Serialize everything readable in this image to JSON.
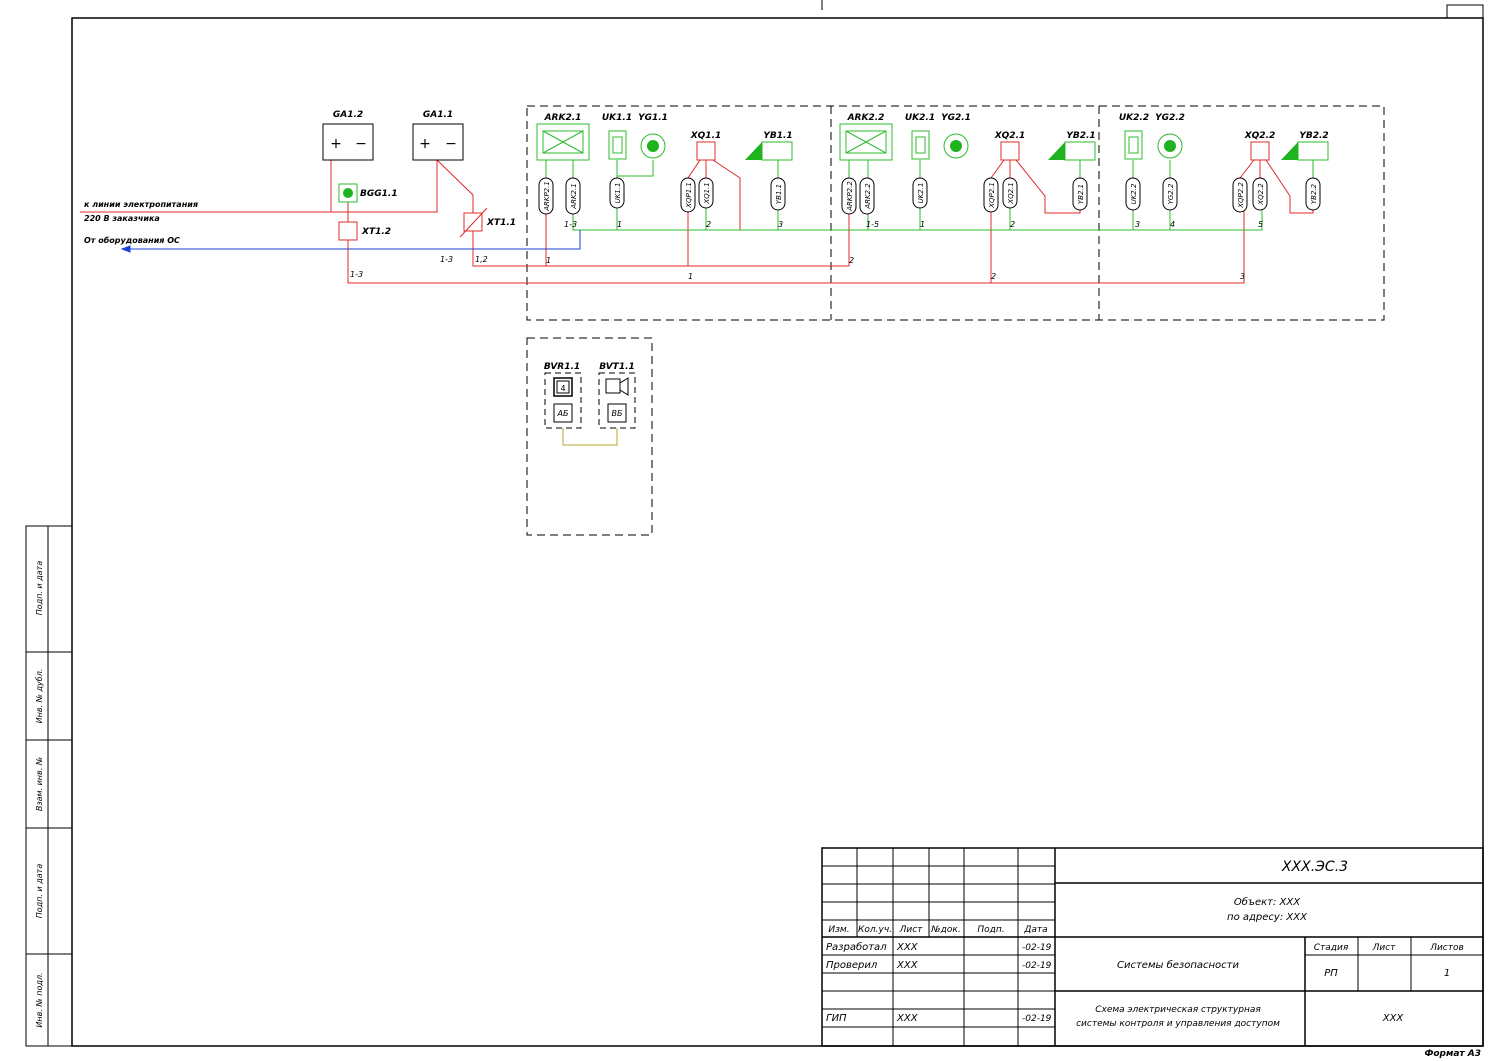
{
  "devices": {
    "ga12": "GA1.2",
    "ga11": "GA1.1",
    "bgg11": "BGG1.1",
    "xt12": "XT1.2",
    "xt11": "XT1.1",
    "ark21": "ARK2.1",
    "uk11": "UK1.1",
    "yg11": "YG1.1",
    "xq11": "XQ1.1",
    "yb11": "YB1.1",
    "ark22": "ARK2.2",
    "uk21": "UK2.1",
    "yg21": "YG2.1",
    "xq21": "XQ2.1",
    "yb21": "YB2.1",
    "uk22": "UK2.2",
    "yg22": "YG2.2",
    "xq22": "XQ2.2",
    "yb22": "YB2.2",
    "bvr11": "BVR1.1",
    "bvt11": "BVT1.1",
    "ab": "АБ",
    "vb": "ВБ",
    "bvr_sym": "4"
  },
  "connectors": {
    "arkp21": "ARKP2.1",
    "ark21c": "ARK2.1",
    "uk11c": "UK1.1",
    "xqp11": "XQP1.1",
    "xq11c": "XQ1.1",
    "yb11c": "YB1.1",
    "arkp22": "ARKP2.2",
    "ark22c": "ARK2.2",
    "uk21c": "UK2.1",
    "xqp21": "XQP2.1",
    "xq21c": "XQ2.1",
    "yb21c": "YB2.1",
    "uk22c": "UK2.2",
    "yg22c": "YG2.2",
    "xqp22": "XQP2.2",
    "xq22c": "XQ2.2",
    "yb22c": "YB2.2"
  },
  "supply": {
    "line1": "к линии электропитания",
    "line2": "220 В заказчика",
    "from_os": "От оборудования ОС"
  },
  "terminals": {
    "plus": "+",
    "minus": "−",
    "t13a": "1-3",
    "t13b": "1-3",
    "t13c": "1-3",
    "t12": "1,2",
    "t15": "1-5",
    "g1": "1",
    "g2": "2",
    "g3": "3",
    "g1b": "1",
    "g2b": "2",
    "g3b": "3",
    "g4": "4",
    "g5": "5",
    "r1a": "1",
    "r2a": "2",
    "r1b": "1",
    "r2b": "2",
    "r3b": "3"
  },
  "side_stamp": [
    "Подп. и дата",
    "Инв. № дубл.",
    "Взам. инв. №",
    "Подп. и дата",
    "Инв. № подл."
  ],
  "title_block": {
    "headers": [
      "Изм.",
      "Кол.уч.",
      "Лист",
      "№док.",
      "Подп.",
      "Дата"
    ],
    "rows": [
      {
        "role": "Разработал",
        "name": "XXX",
        "date": "-02-19"
      },
      {
        "role": "Проверил",
        "name": "XXX",
        "date": "-02-19"
      },
      {
        "role": "ГИП",
        "name": "XXX",
        "date": "-02-19"
      }
    ],
    "code": "XXX.ЭС.3",
    "object_line1": "Объект: XXX",
    "object_line2": "по адресу: XXX",
    "system": "Системы безопасности",
    "stage_header": "Стадия",
    "sheet_header": "Лист",
    "sheets_header": "Листов",
    "stage": "РП",
    "sheets": "1",
    "desc_line1": "Схема электрическая структурная",
    "desc_line2": "системы контроля и управления доступом",
    "org": "XXX"
  },
  "format": "Формат А3",
  "colors": {
    "power": "#e0282a",
    "signal": "#2dbb2d",
    "os": "#1f3fd6",
    "video": "#b8a52e"
  }
}
